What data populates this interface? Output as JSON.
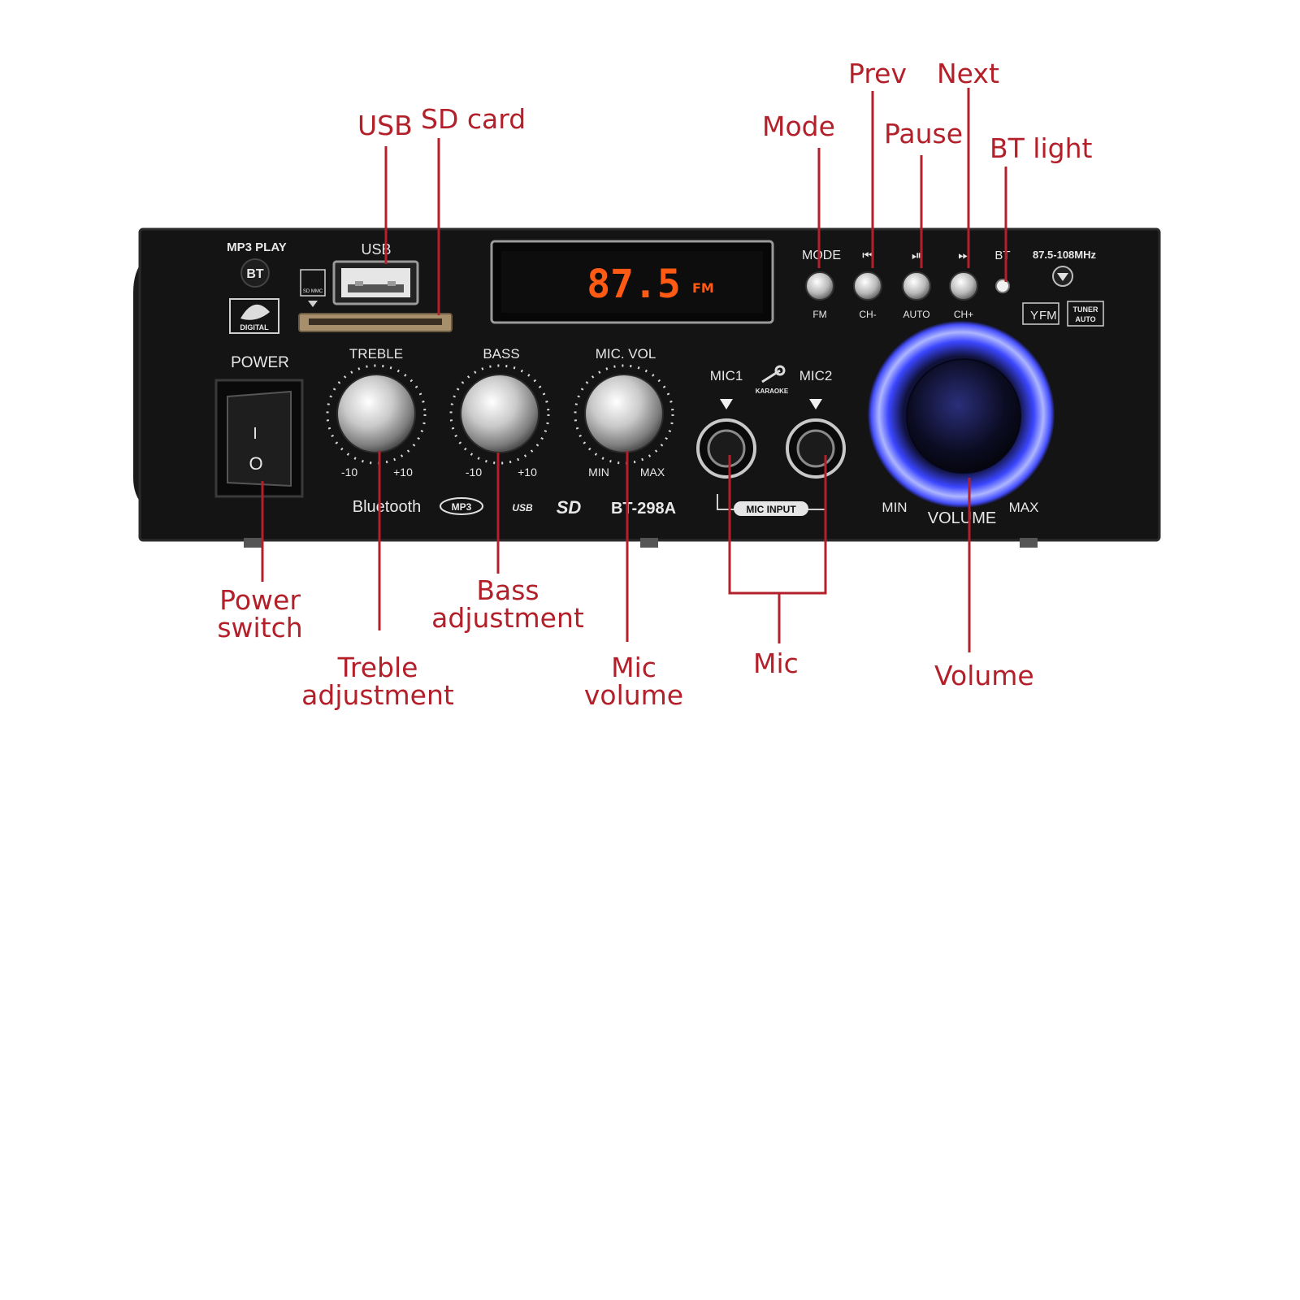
{
  "panel": {
    "brand_marks": {
      "mp3_play": "MP3 PLAY",
      "bt": "BT",
      "digital": "DIGITAL",
      "sd_mmc": "SD MMC",
      "power": "POWER"
    },
    "usb_label": "USB",
    "display": {
      "frequency": "87.5",
      "band": "FM"
    },
    "buttons": [
      {
        "top": "MODE",
        "bottom": "FM"
      },
      {
        "top": "⏮",
        "bottom": "CH-"
      },
      {
        "top": "⏯",
        "bottom": "AUTO"
      },
      {
        "top": "⏭",
        "bottom": "CH+"
      }
    ],
    "bt_indicator": "BT",
    "frequency_range": "87.5-108MHz",
    "fm_badge": "FM",
    "tuner_badge": [
      "TUNER",
      "AUTO"
    ],
    "knobs": [
      {
        "label": "TREBLE",
        "min": "-10",
        "max": "+10"
      },
      {
        "label": "BASS",
        "min": "-10",
        "max": "+10"
      },
      {
        "label": "MIC. VOL",
        "min": "MIN",
        "max": "MAX"
      }
    ],
    "mic_labels": {
      "mic1": "MIC1",
      "mic2": "MIC2",
      "karaoke": "KARAOKE",
      "input": "MIC INPUT"
    },
    "volume": {
      "label": "VOLUME",
      "min": "MIN",
      "max": "MAX"
    },
    "footer": {
      "bluetooth": "Bluetooth",
      "mp3": "MP3",
      "usb": "USB",
      "sd": "SD",
      "model": "BT-298A"
    },
    "switch": {
      "on": "I",
      "off": "O"
    }
  },
  "callouts": {
    "usb": "USB",
    "sd_card": "SD card",
    "mode": "Mode",
    "prev": "Prev",
    "pause": "Pause",
    "next": "Next",
    "bt_light": "BT light",
    "power_switch": [
      "Power",
      "switch"
    ],
    "treble": [
      "Treble",
      "adjustment"
    ],
    "bass": [
      "Bass",
      "adjustment"
    ],
    "mic_volume": [
      "Mic",
      "volume"
    ],
    "mic": "Mic",
    "volume": "Volume"
  },
  "colors": {
    "callout": "#b3202a",
    "panel": "#141414",
    "display_digits": "#ff5a14",
    "volume_ring": "#5a63ff"
  }
}
